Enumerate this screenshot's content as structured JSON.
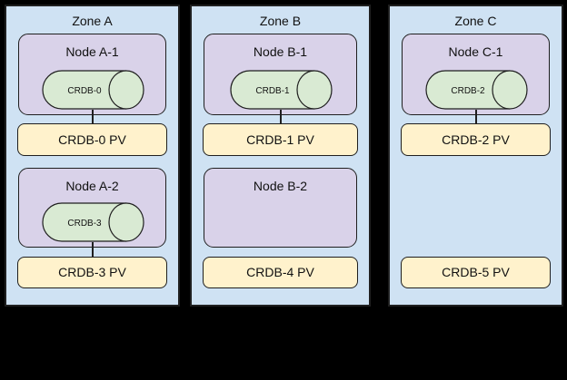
{
  "colors": {
    "background": "#000000",
    "border": "#1f1f1f",
    "zone_fill": "#cfe2f3",
    "node_fill": "#d9d2e9",
    "pod_fill": "#d9ead3",
    "pv_fill": "#fff2cc"
  },
  "zones": [
    {
      "label": "Zone A",
      "rows": [
        {
          "node": "Node A-1",
          "pod": "CRDB-0",
          "pv": "CRDB-0 PV"
        },
        {
          "node": "Node A-2",
          "pod": "CRDB-3",
          "pv": "CRDB-3 PV"
        }
      ]
    },
    {
      "label": "Zone B",
      "rows": [
        {
          "node": "Node B-1",
          "pod": "CRDB-1",
          "pv": "CRDB-1 PV"
        },
        {
          "node": "Node B-2",
          "pv": "CRDB-4 PV"
        }
      ]
    },
    {
      "label": "Zone C",
      "rows": [
        {
          "node": "Node C-1",
          "pod": "CRDB-2",
          "pv": "CRDB-2 PV"
        },
        {
          "pv": "CRDB-5 PV"
        }
      ]
    }
  ]
}
